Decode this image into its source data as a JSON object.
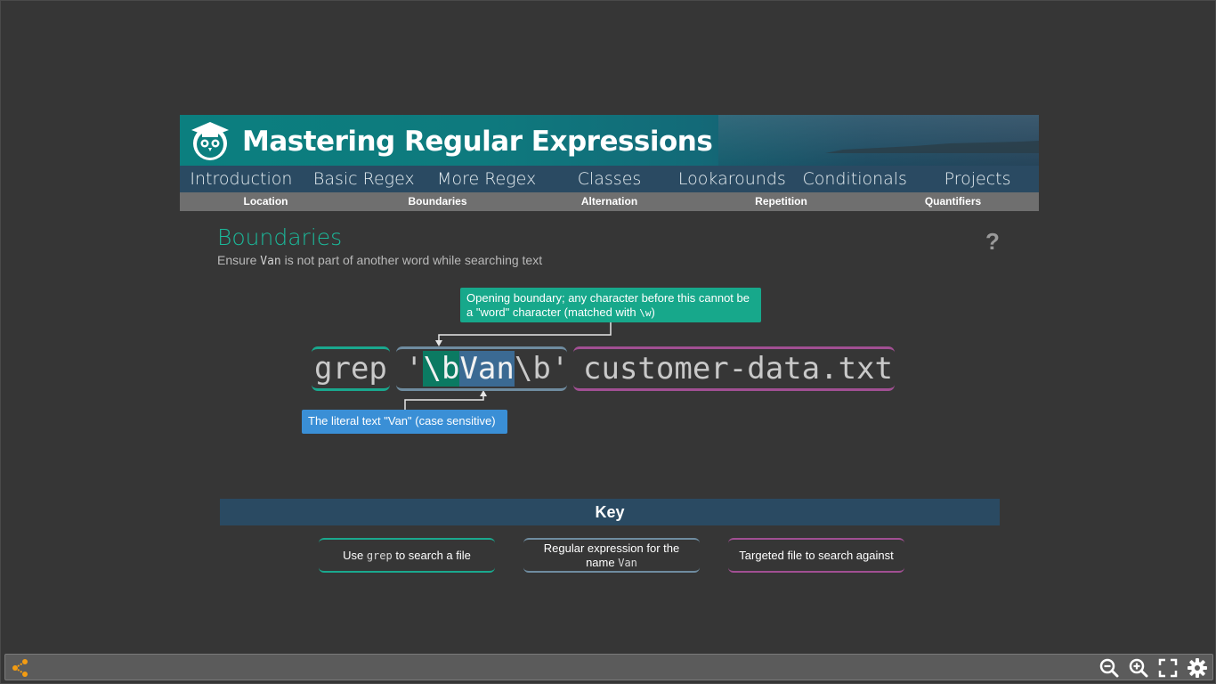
{
  "banner": {
    "title": "Mastering Regular Expressions",
    "logo_icon": "owl-graduate-icon"
  },
  "main_nav": [
    "Introduction",
    "Basic Regex",
    "More Regex",
    "Classes",
    "Lookarounds",
    "Conditionals",
    "Projects"
  ],
  "sub_nav": [
    "Location",
    "Boundaries",
    "Alternation",
    "Repetition",
    "Quantifiers"
  ],
  "page": {
    "title": "Boundaries",
    "subtitle_before": "Ensure ",
    "subtitle_code": "Van",
    "subtitle_after": " is not part of another word while searching text",
    "help": "?"
  },
  "command": {
    "grep": "grep",
    "regex_open_quote": "'",
    "regex_boundary_open": "\\b",
    "regex_literal": "Van",
    "regex_boundary_close": "\\b",
    "regex_close_quote": "'",
    "file": "customer-data.txt"
  },
  "callouts": {
    "boundary_line1": "Opening boundary; any character before this cannot be",
    "boundary_line2_before": "a \"word\" character (matched with ",
    "boundary_line2_code": "\\w",
    "boundary_line2_after": ")",
    "literal": "The literal text \"Van\" (case sensitive)"
  },
  "key": {
    "title": "Key",
    "grep_before": "Use ",
    "grep_code": "grep",
    "grep_after": " to search a file",
    "regex_line1": "Regular expression for the",
    "regex_line2_before": "name ",
    "regex_line2_code": "Van",
    "file": "Targeted file to search against"
  },
  "colors": {
    "grep": "#1aa88e",
    "regex": "#6f8ca0",
    "file": "#a14f93",
    "boundary_callout": "#17a88b",
    "literal_callout": "#3a8fd6",
    "nav": "#2a4a62"
  },
  "toolbar": {
    "icons": [
      "share-icon",
      "zoom-out-icon",
      "zoom-in-icon",
      "fullscreen-icon",
      "settings-icon"
    ]
  }
}
